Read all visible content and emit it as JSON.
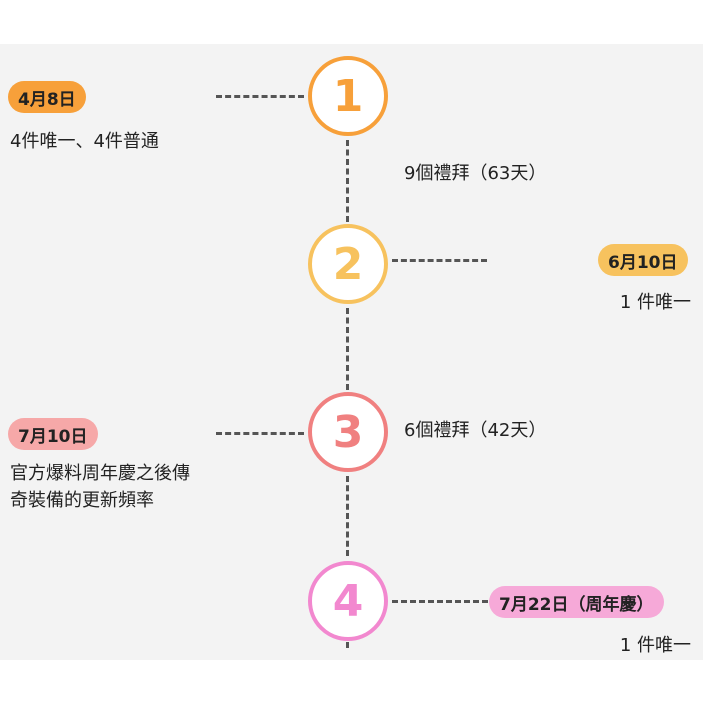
{
  "colors": {
    "step1": "#f7a03a",
    "step2": "#f7c25e",
    "step3": "#f08080",
    "step4": "#f288cf",
    "badge1": "#f7a03a",
    "badge2": "#f7c25e",
    "badge3": "#f6a8a8",
    "badge4": "#f6a9d8",
    "background": "#f3f3f3"
  },
  "steps": [
    {
      "number": "1",
      "date": "4月8日",
      "note": "4件唯一、4件普通"
    },
    {
      "number": "2",
      "date": "6月10日",
      "note": "1 件唯一"
    },
    {
      "number": "3",
      "date": "7月10日",
      "note_line1": "官方爆料周年慶之後傳",
      "note_line2": "奇裝備的更新頻率"
    },
    {
      "number": "4",
      "date": "7月22日（周年慶）",
      "note": "1 件唯一"
    }
  ],
  "intervals": [
    {
      "label": "9個禮拜（63天）"
    },
    {
      "label": "6個禮拜（42天）"
    }
  ]
}
